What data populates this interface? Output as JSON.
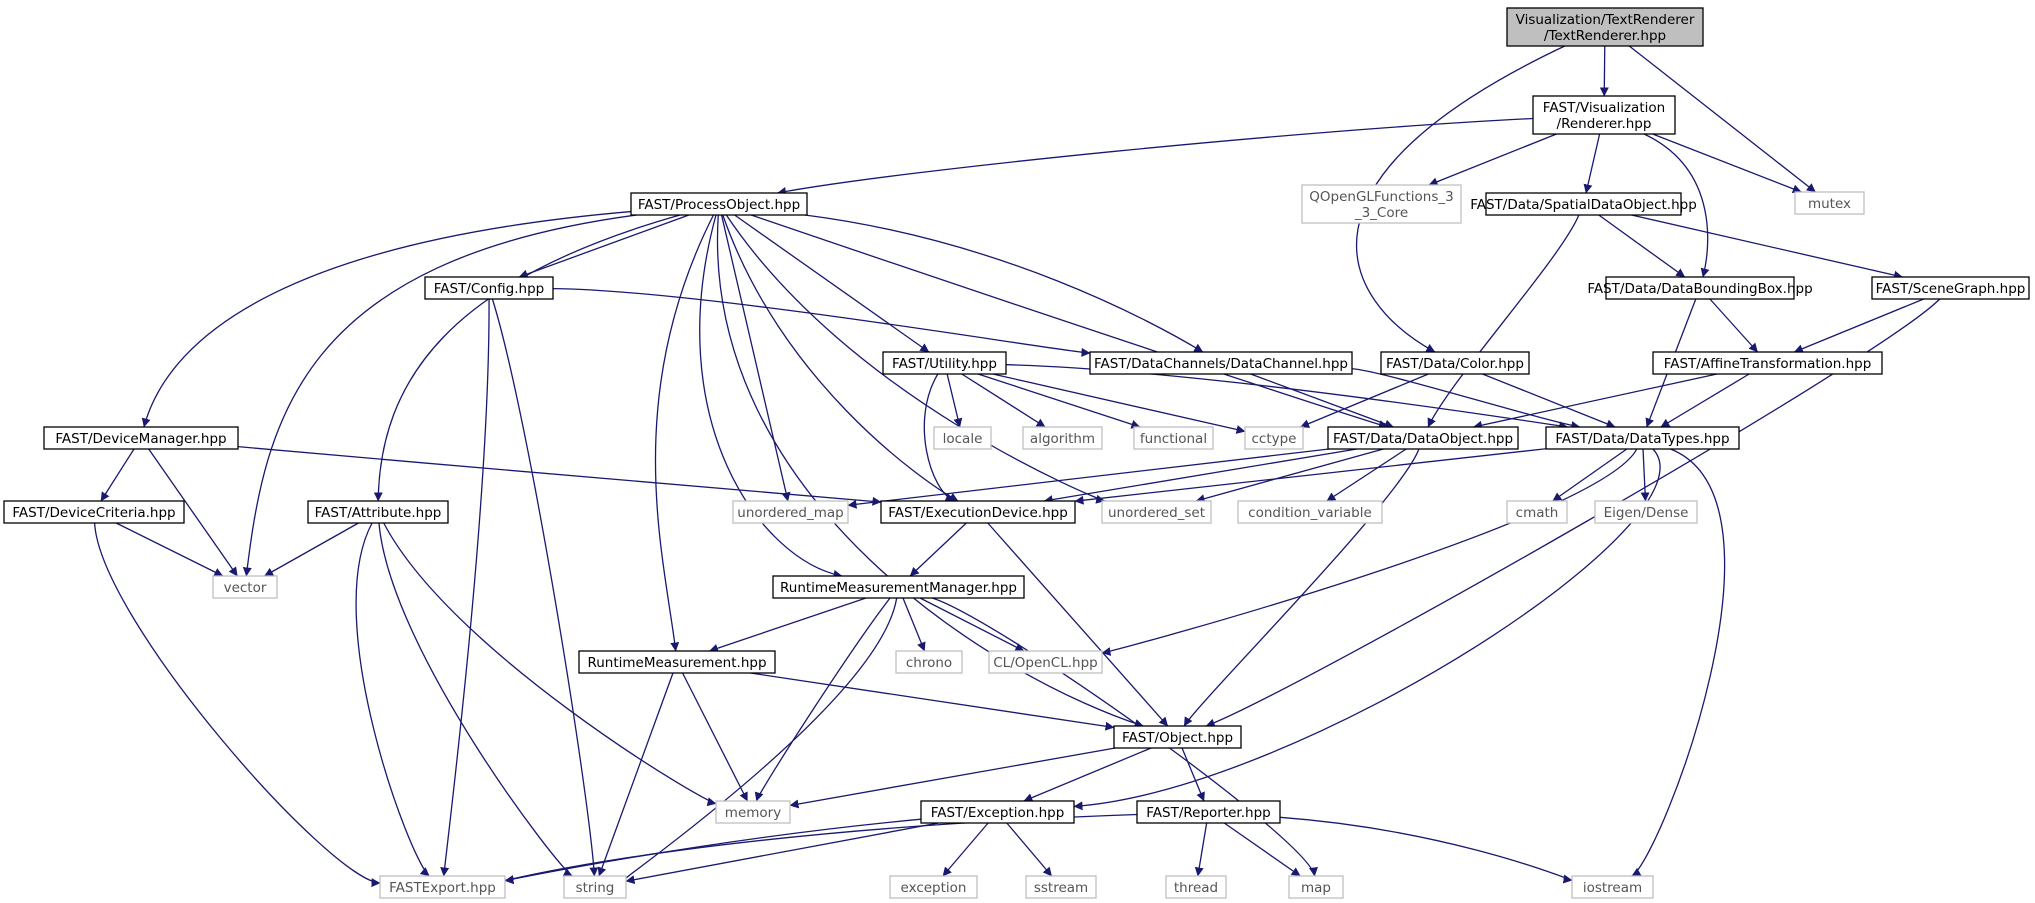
{
  "diagram": {
    "kind": "include dependency graph",
    "colors": {
      "edge": "#191970",
      "node_border": "#000000",
      "external_border": "#bfbfbf",
      "root_fill": "#bfbfbf",
      "node_fill": "#ffffff"
    },
    "nodes": [
      {
        "id": "root",
        "lines": [
          "Visualization/TextRenderer",
          "/TextRenderer.hpp"
        ],
        "kind": "root"
      },
      {
        "id": "renderer",
        "lines": [
          "FAST/Visualization",
          "/Renderer.hpp"
        ],
        "kind": "file"
      },
      {
        "id": "mutex",
        "lines": [
          "mutex"
        ],
        "kind": "external"
      },
      {
        "id": "processobject",
        "lines": [
          "FAST/ProcessObject.hpp"
        ],
        "kind": "file"
      },
      {
        "id": "qopengl",
        "lines": [
          "QOpenGLFunctions_3",
          "_3_Core"
        ],
        "kind": "external"
      },
      {
        "id": "spatialdataobject",
        "lines": [
          "FAST/Data/SpatialDataObject.hpp"
        ],
        "kind": "file"
      },
      {
        "id": "config",
        "lines": [
          "FAST/Config.hpp"
        ],
        "kind": "file"
      },
      {
        "id": "databoundingbox",
        "lines": [
          "FAST/Data/DataBoundingBox.hpp"
        ],
        "kind": "file"
      },
      {
        "id": "scenegraph",
        "lines": [
          "FAST/SceneGraph.hpp"
        ],
        "kind": "file"
      },
      {
        "id": "utility",
        "lines": [
          "FAST/Utility.hpp"
        ],
        "kind": "file"
      },
      {
        "id": "datachannel",
        "lines": [
          "FAST/DataChannels/DataChannel.hpp"
        ],
        "kind": "file"
      },
      {
        "id": "color",
        "lines": [
          "FAST/Data/Color.hpp"
        ],
        "kind": "file"
      },
      {
        "id": "affine",
        "lines": [
          "FAST/AffineTransformation.hpp"
        ],
        "kind": "file"
      },
      {
        "id": "devicemanager",
        "lines": [
          "FAST/DeviceManager.hpp"
        ],
        "kind": "file"
      },
      {
        "id": "locale",
        "lines": [
          "locale"
        ],
        "kind": "external"
      },
      {
        "id": "algorithm",
        "lines": [
          "algorithm"
        ],
        "kind": "external"
      },
      {
        "id": "functional",
        "lines": [
          "functional"
        ],
        "kind": "external"
      },
      {
        "id": "cctype",
        "lines": [
          "cctype"
        ],
        "kind": "external"
      },
      {
        "id": "dataobject",
        "lines": [
          "FAST/Data/DataObject.hpp"
        ],
        "kind": "file"
      },
      {
        "id": "datatypes",
        "lines": [
          "FAST/Data/DataTypes.hpp"
        ],
        "kind": "file"
      },
      {
        "id": "devicecriteria",
        "lines": [
          "FAST/DeviceCriteria.hpp"
        ],
        "kind": "file"
      },
      {
        "id": "attribute",
        "lines": [
          "FAST/Attribute.hpp"
        ],
        "kind": "file"
      },
      {
        "id": "unordered_map",
        "lines": [
          "unordered_map"
        ],
        "kind": "external"
      },
      {
        "id": "executiondevice",
        "lines": [
          "FAST/ExecutionDevice.hpp"
        ],
        "kind": "file"
      },
      {
        "id": "unordered_set",
        "lines": [
          "unordered_set"
        ],
        "kind": "external"
      },
      {
        "id": "condition_variable",
        "lines": [
          "condition_variable"
        ],
        "kind": "external"
      },
      {
        "id": "cmath",
        "lines": [
          "cmath"
        ],
        "kind": "external"
      },
      {
        "id": "eigen",
        "lines": [
          "Eigen/Dense"
        ],
        "kind": "external"
      },
      {
        "id": "vector",
        "lines": [
          "vector"
        ],
        "kind": "external"
      },
      {
        "id": "rtmm",
        "lines": [
          "RuntimeMeasurementManager.hpp"
        ],
        "kind": "file"
      },
      {
        "id": "rtm",
        "lines": [
          "RuntimeMeasurement.hpp"
        ],
        "kind": "file"
      },
      {
        "id": "chrono",
        "lines": [
          "chrono"
        ],
        "kind": "external"
      },
      {
        "id": "opencl",
        "lines": [
          "CL/OpenCL.hpp"
        ],
        "kind": "external"
      },
      {
        "id": "object",
        "lines": [
          "FAST/Object.hpp"
        ],
        "kind": "file"
      },
      {
        "id": "memory",
        "lines": [
          "memory"
        ],
        "kind": "external"
      },
      {
        "id": "exception_hpp",
        "lines": [
          "FAST/Exception.hpp"
        ],
        "kind": "file"
      },
      {
        "id": "reporter",
        "lines": [
          "FAST/Reporter.hpp"
        ],
        "kind": "file"
      },
      {
        "id": "fastexport",
        "lines": [
          "FASTExport.hpp"
        ],
        "kind": "external"
      },
      {
        "id": "string",
        "lines": [
          "string"
        ],
        "kind": "external"
      },
      {
        "id": "exception",
        "lines": [
          "exception"
        ],
        "kind": "external"
      },
      {
        "id": "sstream",
        "lines": [
          "sstream"
        ],
        "kind": "external"
      },
      {
        "id": "thread",
        "lines": [
          "thread"
        ],
        "kind": "external"
      },
      {
        "id": "map",
        "lines": [
          "map"
        ],
        "kind": "external"
      },
      {
        "id": "iostream",
        "lines": [
          "iostream"
        ],
        "kind": "external"
      }
    ],
    "edges": [
      [
        "root",
        "renderer"
      ],
      [
        "root",
        "mutex"
      ],
      [
        "root",
        "color"
      ],
      [
        "renderer",
        "processobject"
      ],
      [
        "renderer",
        "qopengl"
      ],
      [
        "renderer",
        "spatialdataobject"
      ],
      [
        "renderer",
        "mutex"
      ],
      [
        "renderer",
        "databoundingbox"
      ],
      [
        "processobject",
        "devicemanager"
      ],
      [
        "processobject",
        "vector"
      ],
      [
        "processobject",
        "attribute"
      ],
      [
        "processobject",
        "config"
      ],
      [
        "processobject",
        "rtm"
      ],
      [
        "processobject",
        "rtmm"
      ],
      [
        "processobject",
        "object"
      ],
      [
        "processobject",
        "unordered_map"
      ],
      [
        "processobject",
        "executiondevice"
      ],
      [
        "processobject",
        "unordered_set"
      ],
      [
        "processobject",
        "utility"
      ],
      [
        "processobject",
        "dataobject"
      ],
      [
        "processobject",
        "datachannel"
      ],
      [
        "spatialdataobject",
        "dataobject"
      ],
      [
        "spatialdataobject",
        "databoundingbox"
      ],
      [
        "spatialdataobject",
        "scenegraph"
      ],
      [
        "databoundingbox",
        "affine"
      ],
      [
        "databoundingbox",
        "datatypes"
      ],
      [
        "scenegraph",
        "affine"
      ],
      [
        "scenegraph",
        "object"
      ],
      [
        "affine",
        "dataobject"
      ],
      [
        "affine",
        "datatypes"
      ],
      [
        "config",
        "datachannel"
      ],
      [
        "config",
        "fastexport"
      ],
      [
        "config",
        "string"
      ],
      [
        "utility",
        "locale"
      ],
      [
        "utility",
        "algorithm"
      ],
      [
        "utility",
        "functional"
      ],
      [
        "utility",
        "cctype"
      ],
      [
        "utility",
        "datatypes"
      ],
      [
        "utility",
        "executiondevice"
      ],
      [
        "datachannel",
        "dataobject"
      ],
      [
        "datachannel",
        "datatypes"
      ],
      [
        "color",
        "cctype"
      ],
      [
        "color",
        "datatypes"
      ],
      [
        "dataobject",
        "unordered_map"
      ],
      [
        "dataobject",
        "executiondevice"
      ],
      [
        "dataobject",
        "unordered_set"
      ],
      [
        "dataobject",
        "condition_variable"
      ],
      [
        "dataobject",
        "object"
      ],
      [
        "datatypes",
        "executiondevice"
      ],
      [
        "datatypes",
        "opencl"
      ],
      [
        "datatypes",
        "cmath"
      ],
      [
        "datatypes",
        "eigen"
      ],
      [
        "datatypes",
        "iostream"
      ],
      [
        "datatypes",
        "exception_hpp"
      ],
      [
        "devicemanager",
        "devicecriteria"
      ],
      [
        "devicemanager",
        "vector"
      ],
      [
        "devicemanager",
        "executiondevice"
      ],
      [
        "devicecriteria",
        "vector"
      ],
      [
        "devicecriteria",
        "fastexport"
      ],
      [
        "attribute",
        "vector"
      ],
      [
        "attribute",
        "fastexport"
      ],
      [
        "attribute",
        "string"
      ],
      [
        "attribute",
        "memory"
      ],
      [
        "executiondevice",
        "rtmm"
      ],
      [
        "executiondevice",
        "object"
      ],
      [
        "rtmm",
        "rtm"
      ],
      [
        "rtmm",
        "chrono"
      ],
      [
        "rtmm",
        "opencl"
      ],
      [
        "rtmm",
        "memory"
      ],
      [
        "rtmm",
        "string"
      ],
      [
        "rtmm",
        "map"
      ],
      [
        "rtm",
        "object"
      ],
      [
        "rtm",
        "memory"
      ],
      [
        "rtm",
        "string"
      ],
      [
        "object",
        "memory"
      ],
      [
        "object",
        "exception_hpp"
      ],
      [
        "object",
        "reporter"
      ],
      [
        "exception_hpp",
        "fastexport"
      ],
      [
        "exception_hpp",
        "string"
      ],
      [
        "exception_hpp",
        "exception"
      ],
      [
        "exception_hpp",
        "sstream"
      ],
      [
        "reporter",
        "fastexport"
      ],
      [
        "reporter",
        "thread"
      ],
      [
        "reporter",
        "map"
      ],
      [
        "reporter",
        "iostream"
      ]
    ]
  }
}
